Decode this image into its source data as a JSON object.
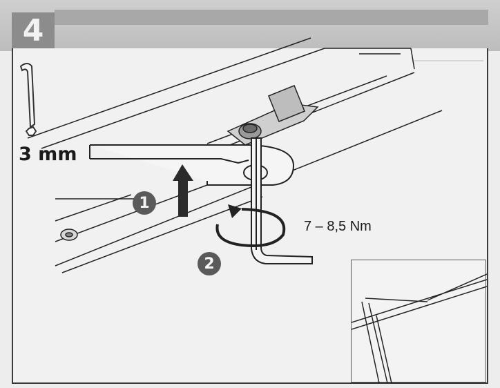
{
  "step": {
    "number": "4"
  },
  "tool": {
    "size_label": "3 mm"
  },
  "torque": {
    "label": "7 – 8,5 Nm"
  },
  "badges": [
    {
      "label": "1"
    },
    {
      "label": "2"
    }
  ],
  "colors": {
    "header": "#bdbdbd",
    "step_box": "#8c8c8c",
    "badge": "#5a5a5a",
    "line": "#222222"
  },
  "icons": {
    "allen_key": "allen-key-icon",
    "up_arrow": "up-arrow-icon",
    "rotate": "rotate-icon"
  }
}
